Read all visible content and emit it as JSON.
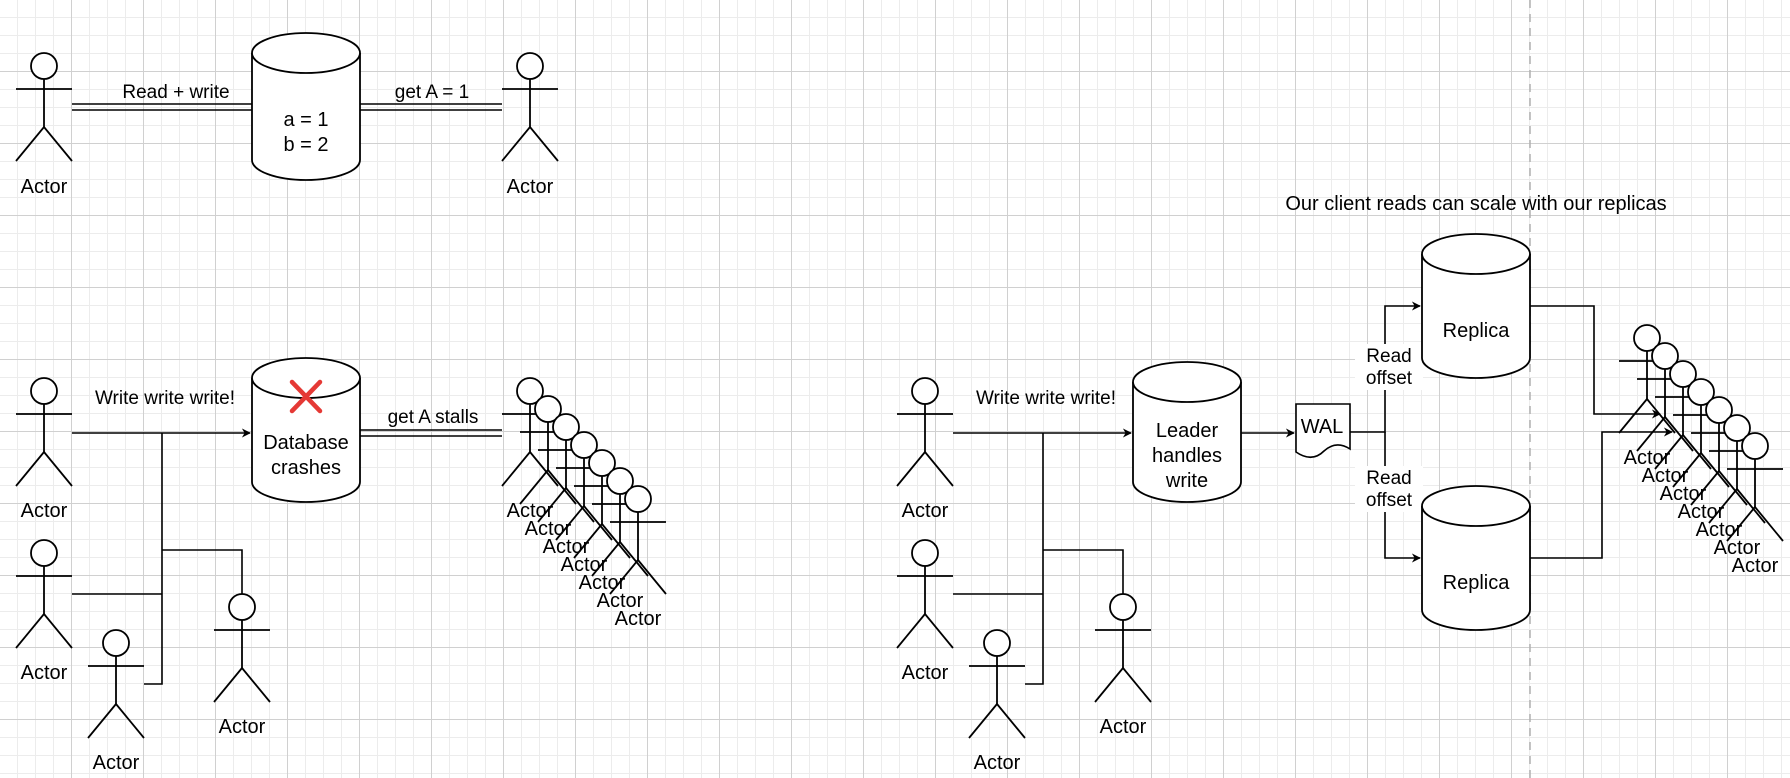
{
  "diagram": {
    "actor_label": "Actor",
    "top": {
      "db_line1": "a = 1",
      "db_line2": "b = 2",
      "edge_left": "Read + write",
      "edge_right": "get A = 1"
    },
    "crash": {
      "edge_write": "Write write write!",
      "db_line1": "Database",
      "db_line2": "crashes",
      "edge_read": "get A stalls"
    },
    "replicated": {
      "caption": "Our client reads can scale with our replicas",
      "edge_write": "Write write write!",
      "leader_line1": "Leader",
      "leader_line2": "handles",
      "leader_line3": "write",
      "wal": "WAL",
      "edge_top_line1": "Read",
      "edge_top_line2": "offset",
      "edge_bottom_line1": "Read",
      "edge_bottom_line2": "offset",
      "replica_top": "Replica",
      "replica_bottom": "Replica"
    },
    "colors": {
      "stroke": "#000000",
      "crash_mark": "#e53935",
      "page_divider": "#b0b0b0"
    }
  }
}
